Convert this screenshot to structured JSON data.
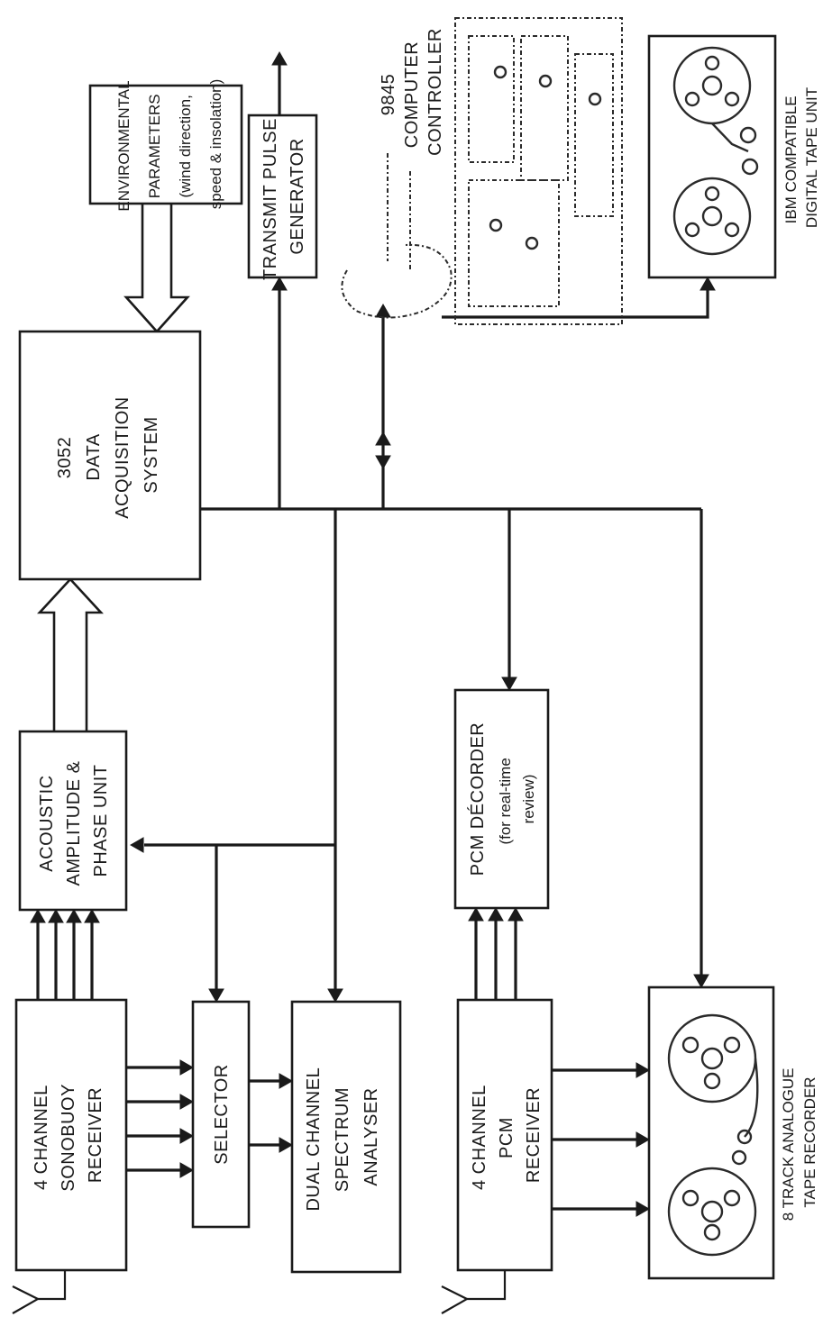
{
  "blocks": {
    "sonobuoy_receiver": [
      "4 CHANNEL",
      "SONOBUOY",
      "RECEIVER"
    ],
    "selector": [
      "SELECTOR"
    ],
    "spectrum_analyser": [
      "DUAL CHANNEL",
      "SPECTRUM",
      "ANALYSER"
    ],
    "acoustic_unit": [
      "ACOUSTIC",
      "AMPLITUDE &",
      "PHASE UNIT"
    ],
    "data_acquisition": [
      "3052",
      "DATA",
      "ACQUISITION",
      "SYSTEM"
    ],
    "environmental": [
      "ENVIRONMENTAL",
      "PARAMETERS",
      "(wind direction,",
      "speed & insolation)"
    ],
    "transmit_pulse": [
      "TRANSMIT PULSE",
      "GENERATOR"
    ],
    "pcm_receiver": [
      "4 CHANNEL",
      "PCM",
      "RECEIVER"
    ],
    "pcm_decoder": [
      "PCM DÉCORDER",
      "(for real-time",
      "review)"
    ],
    "computer_controller": [
      "9845",
      "COMPUTER",
      "CONTROLLER"
    ],
    "digital_tape_unit": [
      "IBM COMPATIBLE",
      "DIGITAL TAPE UNIT"
    ],
    "analogue_recorder": [
      "8 TRACK ANALOGUE",
      "TAPE RECORDER"
    ]
  },
  "icons": {
    "antenna_top": "antenna-icon",
    "antenna_bottom": "antenna-icon",
    "computer": "desktop-computer-icon",
    "digital_tape": "tape-reel-icon",
    "analogue_tape": "tape-reel-icon"
  }
}
